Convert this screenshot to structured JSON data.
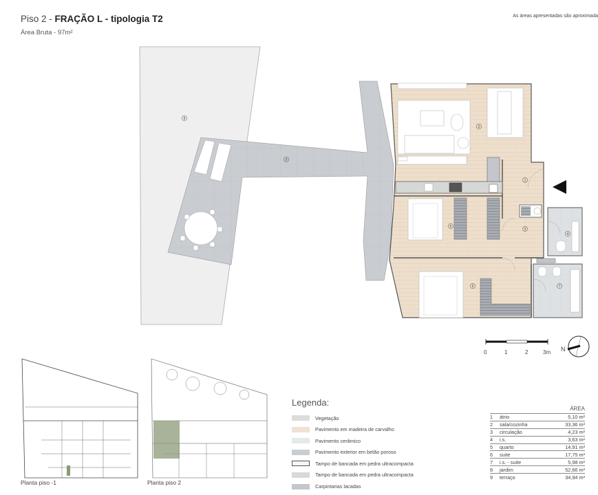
{
  "header": {
    "floor": "Piso 2 - ",
    "unit_title": "FRAÇÃO L - tipologia T2",
    "gross_area": "Área Bruta - 97m²",
    "disclaimer": "As áreas apresentadas são aproximada"
  },
  "plan": {
    "room_markers": [
      "1",
      "2",
      "3",
      "4",
      "5",
      "6",
      "7",
      "8",
      "9"
    ],
    "entrance_arrow": "entrance-arrow",
    "colors": {
      "wood_floor": "#eedfcc",
      "ceramic_floor": "#dde1e3",
      "porous_concrete": "#c9ccd1",
      "vegetation": "#efefef",
      "wall": "#555555",
      "lacquered": "#a6aab0",
      "counter": "#d6d7d7",
      "highlight_green": "#8b9a78"
    }
  },
  "scale_bar": {
    "ticks": [
      "0",
      "1",
      "2",
      "3m"
    ],
    "north_label": "N"
  },
  "legend": {
    "title": "Legenda:",
    "items": [
      {
        "label": "Vegetação",
        "color": "#dcdddb",
        "border": "none"
      },
      {
        "label": "Pavimento em madeira de carvalho",
        "color": "#f0e2d2",
        "border": "none"
      },
      {
        "label": "Pavimento cerâmico",
        "color": "#e4e9ea",
        "border": "none"
      },
      {
        "label": "Pavimento exterior em betão poroso",
        "color": "#c8cdd2",
        "border": "none"
      },
      {
        "label": "Tampo de bancada em pedra ultracompacta",
        "color": "#f6f6f4",
        "border": "1px solid #555"
      },
      {
        "label": "Tampo de bancada em pedra ultracompacta",
        "color": "#d8d8d6",
        "border": "none"
      },
      {
        "label": "Carpintarias lacadas",
        "color": "#c4c6cb",
        "border": "none"
      }
    ]
  },
  "areas_table": {
    "header": "ÁREA",
    "rows": [
      {
        "num": "1",
        "room": "átrio",
        "area": "5,10 m²"
      },
      {
        "num": "2",
        "room": "sala/cozinha",
        "area": "33,36 m²"
      },
      {
        "num": "3",
        "room": "circulação",
        "area": "4,23 m²"
      },
      {
        "num": "4",
        "room": "i.s.",
        "area": "3,63 m²"
      },
      {
        "num": "5",
        "room": "quarto",
        "area": "14,91 m²"
      },
      {
        "num": "6",
        "room": "suite",
        "area": "17,75 m²"
      },
      {
        "num": "7",
        "room": "i.s. - suite",
        "area": "5,98 m²"
      },
      {
        "num": "8",
        "room": "jardim",
        "area": "52,66 m²"
      },
      {
        "num": "9",
        "room": "terraço",
        "area": "34,94 m²"
      }
    ]
  },
  "key_plans": [
    {
      "label": "Planta piso -1"
    },
    {
      "label": "Planta piso 2"
    }
  ]
}
